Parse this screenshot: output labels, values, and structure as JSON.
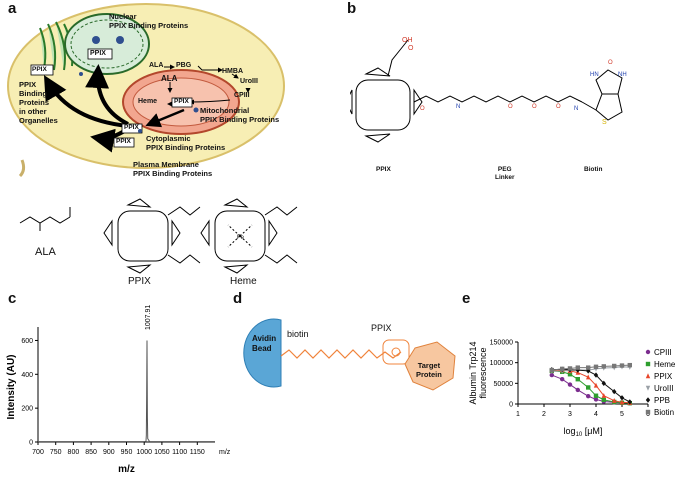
{
  "panel_letters": {
    "a": "a",
    "b": "b",
    "c": "c",
    "d": "d",
    "e": "e"
  },
  "panel_a": {
    "nuclear_label": [
      "Nuclear",
      "PPIX Binding Proteins"
    ],
    "nucleus_ppix": "PPIX",
    "organelle_ppix": "PPIX",
    "organelles_label": [
      "PPIX",
      "Binding",
      "Proteins",
      "in other",
      "Organelles"
    ],
    "pathway": {
      "ala": "ALA",
      "pbg": "PBG",
      "hmba": "HMBA",
      "uroiii": "UroIII",
      "cpiii": "CPIII"
    },
    "mito_ala": "ALA",
    "mito_heme": "Heme",
    "mito_ppix": "PPIX",
    "mito_label": [
      "Mitochondrial",
      "PPIX Binding Proteins"
    ],
    "cyto_ppix": "PPIX",
    "membrane_ppix": "PPIX",
    "cyto_label": [
      "Cytoplasmic",
      "PPIX Binding Proteins"
    ],
    "plasma_label": [
      "Plasma Membrane",
      "PPIX Binding Proteins"
    ],
    "struct_labels": {
      "ala": "ALA",
      "ppix": "PPIX",
      "heme": "Heme"
    }
  },
  "panel_b": {
    "ppix": "PPIX",
    "peg": [
      "PEG",
      "Linker"
    ],
    "biotin": "Biotin"
  },
  "panel_d": {
    "bead": [
      "Avidin",
      "Bead"
    ],
    "biotin": "biotin",
    "ppix": "PPIX",
    "target": [
      "Target",
      "Protein"
    ]
  },
  "chart_data": [
    {
      "type": "line",
      "panel": "c",
      "ylabel": "Intensity (AU)",
      "xlabel": "m/z",
      "xaxis_end_label": "m/z",
      "xlim": [
        700,
        1200
      ],
      "ylim": [
        0,
        650
      ],
      "xticks": [
        700,
        750,
        800,
        850,
        900,
        950,
        1000,
        1050,
        1100,
        1150
      ],
      "yticks": [
        0,
        200,
        400,
        600
      ],
      "peak_label": "1007.91",
      "series": [
        {
          "x": [
            700,
            1000,
            1005,
            1006,
            1007,
            1007.91,
            1009,
            1010,
            1015,
            1200
          ],
          "y": [
            2,
            2,
            4,
            40,
            280,
            600,
            150,
            20,
            3,
            2
          ]
        }
      ]
    },
    {
      "type": "scatter",
      "panel": "e",
      "ylabel": [
        "Albumin Trp214",
        "fluorescence"
      ],
      "xlabel_base": "log",
      "xlabel_sub": "10",
      "xlabel_unit": " [μM]",
      "xlim": [
        1,
        6
      ],
      "ylim": [
        0,
        150000
      ],
      "xticks": [
        1,
        2,
        3,
        4,
        5,
        6
      ],
      "yticks": [
        0,
        50000,
        100000,
        150000
      ],
      "x": [
        2.3,
        2.7,
        3.0,
        3.3,
        3.7,
        4.0,
        4.3,
        4.7,
        5.0,
        5.3
      ],
      "series": [
        {
          "name": "CPIII",
          "color": "#7b2d8e",
          "marker": "circle",
          "values": [
            70000,
            60000,
            47000,
            34000,
            19000,
            11000,
            6000,
            4000,
            3000,
            2000
          ]
        },
        {
          "name": "Heme",
          "color": "#2e9e2e",
          "marker": "square",
          "values": [
            80000,
            78000,
            72000,
            60000,
            40000,
            20000,
            10000,
            5000,
            3000,
            2000
          ]
        },
        {
          "name": "PPIX",
          "color": "#e8462b",
          "marker": "triangle",
          "values": [
            82000,
            82000,
            80000,
            76000,
            65000,
            45000,
            20000,
            8000,
            4000,
            3000
          ]
        },
        {
          "name": "UroIII",
          "color": "#9aa0a6",
          "marker": "triangle-down",
          "values": [
            79000,
            80000,
            81000,
            83000,
            82000,
            85000,
            87000,
            88000,
            90000,
            89000
          ]
        },
        {
          "name": "PPB",
          "color": "#111111",
          "marker": "diamond",
          "values": [
            83000,
            84000,
            83000,
            82000,
            80000,
            70000,
            50000,
            30000,
            15000,
            5000
          ]
        },
        {
          "name": "Biotin",
          "color": "#777777",
          "marker": "square",
          "values": [
            82000,
            85000,
            86000,
            88000,
            88000,
            90000,
            91000,
            92000,
            93000,
            94000
          ]
        }
      ]
    }
  ]
}
